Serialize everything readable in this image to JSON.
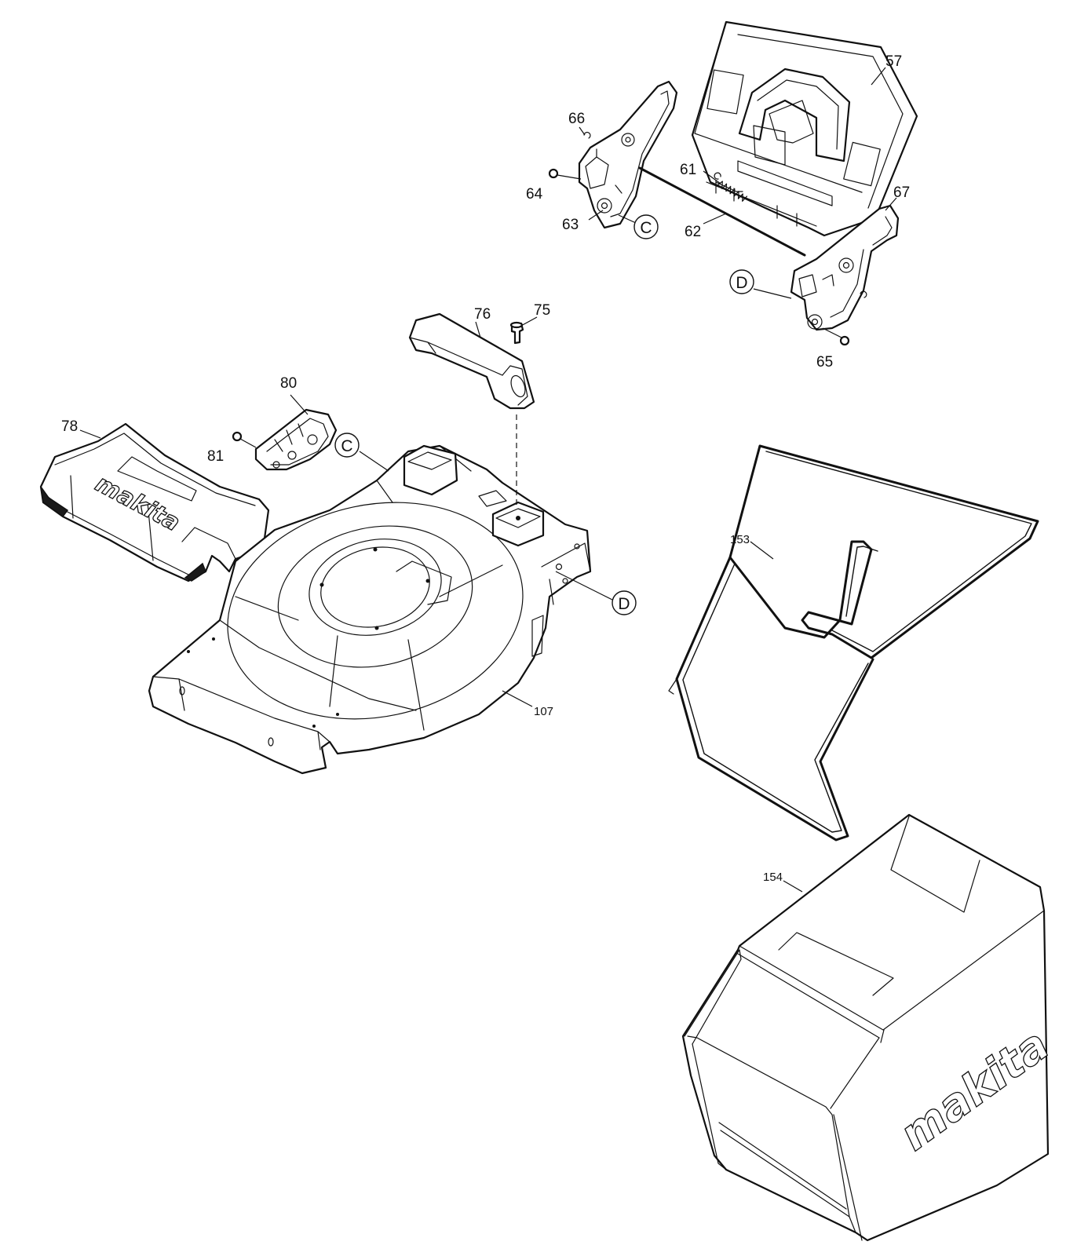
{
  "parts": {
    "p57": "57",
    "p61": "61",
    "p62": "62",
    "p63": "63",
    "p64": "64",
    "p65": "65",
    "p66": "66",
    "p67": "67",
    "p75": "75",
    "p76": "76",
    "p78": "78",
    "p80": "80",
    "p81": "81",
    "p107": "107",
    "p153": "153",
    "p154": "154"
  },
  "refs": {
    "c": "C",
    "d": "D"
  },
  "logos": {
    "cover": "makita",
    "bag": "makita"
  }
}
